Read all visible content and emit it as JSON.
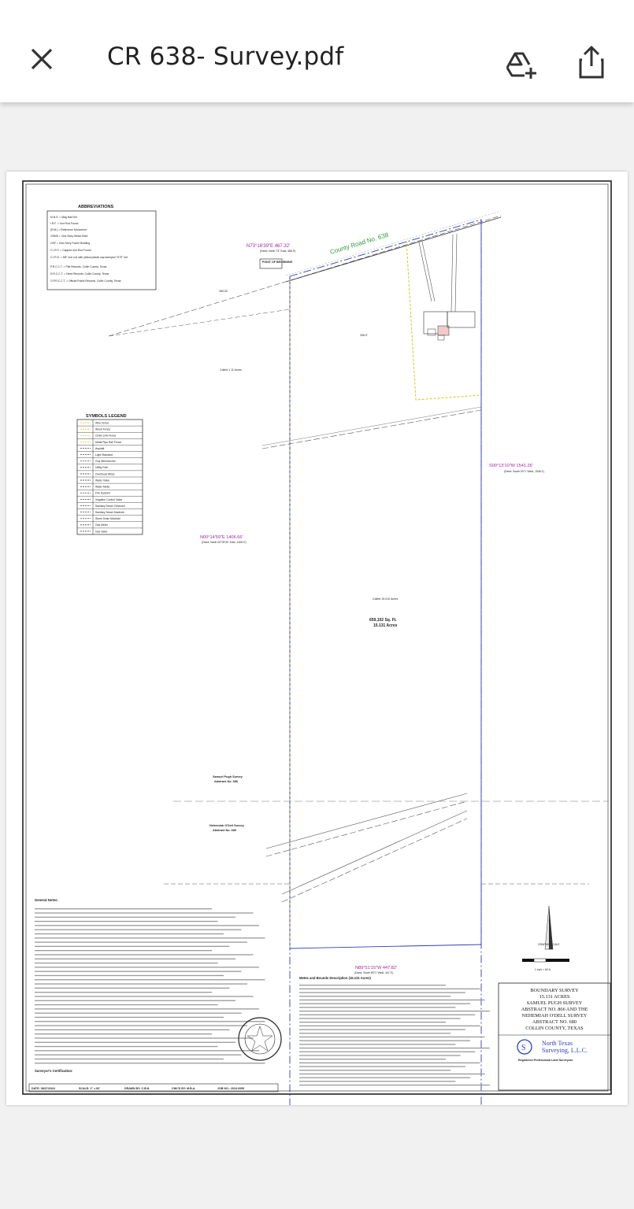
{
  "header": {
    "title": "CR 638- Survey.pdf",
    "icons": [
      "close-icon",
      "add-to-drive-icon",
      "share-icon"
    ]
  },
  "survey": {
    "abbreviations_title": "ABBREVIATIONS",
    "abbreviations": [
      "M.N.S. = Mag Nail Set",
      "I.R.F. = Iron Rod Found",
      "(R.M.) = Reference Monument",
      "OSMS = One-Story Metal Shed",
      "OSF = One-Story Frame Building",
      "C.I.R.F. = Capped Iron Rod Found",
      "C.I.R.S. = 5/8\" Iron rod with yellow plastic cap stamped \"H7S\" set",
      "P.R.C.C.T. = Plat Records, Collin County, Texas",
      "D.R.C.C.T. = Deed Records, Collin County, Texas",
      "O.P.R.C.C.T. = Official Public Records, Collin County, Texas"
    ],
    "symbols_title": "SYMBOLS LEGEND",
    "symbols": [
      "Wire Fence",
      "Wood Fence",
      "Chain Link Fence",
      "Metal Pipe Rail Fence",
      "Asphalt",
      "Light Standard",
      "Guy Wire/Anchor",
      "Utility Pole",
      "Overhead Wires",
      "Water Valve",
      "Water Meter",
      "Fire Hydrant",
      "Irrigation Control Valve",
      "Sanitary Sewer Cleanout",
      "Sanitary Sewer Manhole",
      "Storm Drain Manhole",
      "Gas Meter",
      "Gas Valve"
    ],
    "road_label": "County Road No. 638",
    "north_bearing": "N73°16'39\"E 467.32'",
    "north_deed": "(Deed: North 73° East, 466.9')",
    "east_bearing": "S00°13'10\"W 1541.26'",
    "east_deed": "(Deed: South 00°1' West, 1536.1')",
    "west_bearing": "N00°14'59\"E 1406.66'",
    "west_deed": "(Deed: North 00°09'30\" East, 1408.0')",
    "south_bearing": "N89°51'15\"W 447.82'",
    "south_deed": "(Deed: South 89°1' West, 447.3')",
    "pob": "POINT OF BEGINNING",
    "dim_206": "206.9'",
    "dim_280": "280.52'",
    "called_111": "Called 1.11 Acres",
    "called_15010": "Called 15.010 Acres",
    "sq_ft": "659,102 Sq. Ft.",
    "acres": "15.131 Acres",
    "pugh_survey": "Samuel Pugh Survey",
    "pugh_abstract": "Abstract No. 686",
    "odell_survey": "Nehemiah O'Dell Survey",
    "odell_abstract": "Abstract No. 680",
    "general_notes_title": "General Notes:",
    "metes_title": "Metes and Bounds Description (15.131 Acres)",
    "certification_title": "Surveyor's Certification:",
    "title_block": {
      "line1": "BOUNDARY SURVEY",
      "line2": "15.131 ACRES",
      "line3": "SAMUEL PUGH SURVEY",
      "line4": "ABSTRACT NO. 866 AND THE",
      "line5": "NEHEMIAH O'DELL SURVEY",
      "line6": "ABSTRACT NO. 680",
      "line7": "COLLIN COUNTY, TEXAS"
    },
    "company_name1": "North Texas",
    "company_name2": "Surveying, L.L.C.",
    "company_sub": "Registered Professional Land Surveyors",
    "scale_label": "GRAPHIC SCALE",
    "scale_text": "1 inch = 60 ft.",
    "footer_date": "DATE: 08/27/2024",
    "footer_scale": "SCALE: 1\" = 60'",
    "footer_drawn": "DRAWN BY: C.B.H.",
    "footer_chkd": "CHK'D BY: M.B.A.",
    "footer_job": "JOB NO.: 2024-0099"
  },
  "colors": {
    "road_green": "#2e9a3a",
    "bearing_purple": "#a31fa3",
    "boundary_blue": "#2a3fbf",
    "fence_yellow": "#d7c61e"
  }
}
